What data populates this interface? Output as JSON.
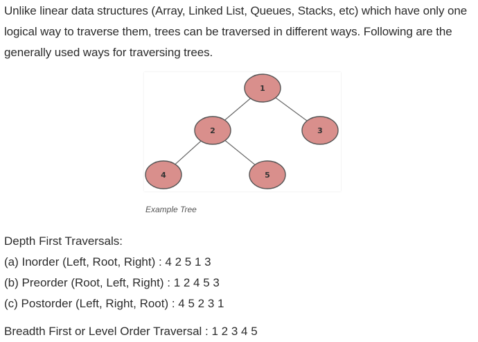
{
  "article": {
    "intro": "Unlike linear data structures (Array, Linked List, Queues, Stacks, etc) which have only one logical way to traverse them, trees can be traversed in different ways. Following are the generally used ways for traversing trees.",
    "figure": {
      "caption": "Example Tree",
      "nodes": [
        {
          "label": "1"
        },
        {
          "label": "2"
        },
        {
          "label": "3"
        },
        {
          "label": "4"
        },
        {
          "label": "5"
        }
      ],
      "node_fill": "#d98f8c",
      "node_stroke": "#555555",
      "edge_color": "#666666"
    },
    "depth_first": {
      "heading": "Depth First Traversals:",
      "inorder": "(a) Inorder (Left, Root, Right) : 4 2 5 1 3",
      "preorder": "(b) Preorder (Root, Left, Right) : 1 2 4 5 3",
      "postorder": "(c) Postorder (Left, Right, Root) : 4 5 2 3 1"
    },
    "breadth_first": "Breadth First or Level Order Traversal : 1 2 3 4 5"
  }
}
